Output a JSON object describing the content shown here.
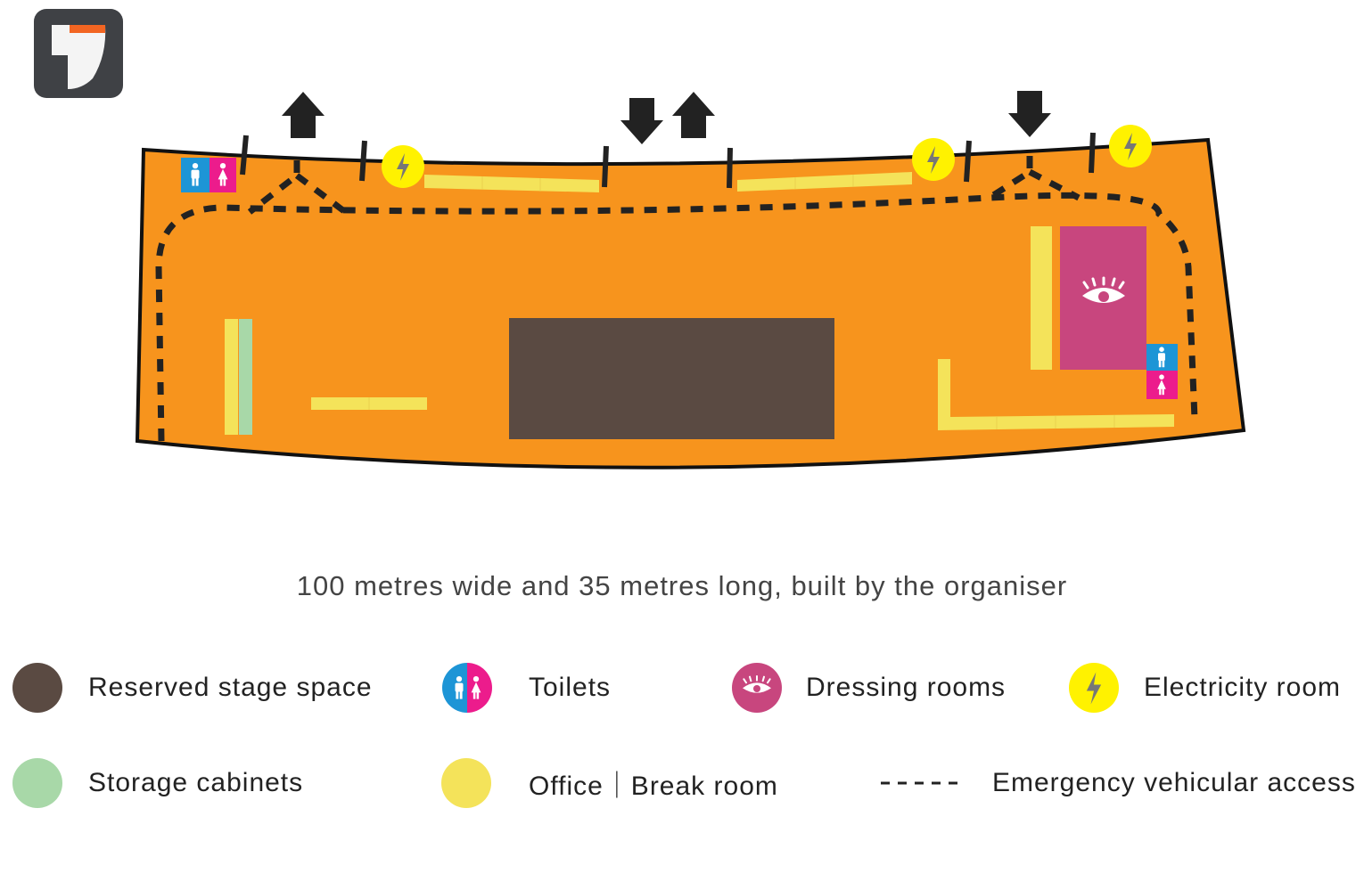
{
  "caption": "100 metres wide and 35 metres long, built by the organiser",
  "colors": {
    "venue_fill": "#F7941D",
    "venue_outline": "#111111",
    "stage": "#5A4A42",
    "office": "#F4E35A",
    "storage": "#A8D8A8",
    "dressing": "#C8467E",
    "toilet_men": "#1D95D6",
    "toilet_women": "#EC1C8C",
    "electricity": "#FFF200",
    "arrow": "#222222",
    "logo_bg": "#3F4145",
    "logo_accent": "#F26522"
  },
  "icons": {
    "logo": "app-logo-icon",
    "toilets": "toilet-icon",
    "dressing": "eye-icon",
    "electricity": "lightning-icon",
    "entry": "arrow-down-icon",
    "exit": "arrow-up-icon"
  },
  "legend": [
    {
      "key": "stage",
      "label": "Reserved stage space"
    },
    {
      "key": "toilets",
      "label": "Toilets"
    },
    {
      "key": "dressing",
      "label": "Dressing rooms"
    },
    {
      "key": "electricity",
      "label": "Electricity room"
    },
    {
      "key": "storage",
      "label": "Storage cabinets"
    },
    {
      "key": "office",
      "label": "Office｜Break room"
    },
    {
      "key": "access",
      "label": "Emergency vehicular access"
    }
  ]
}
